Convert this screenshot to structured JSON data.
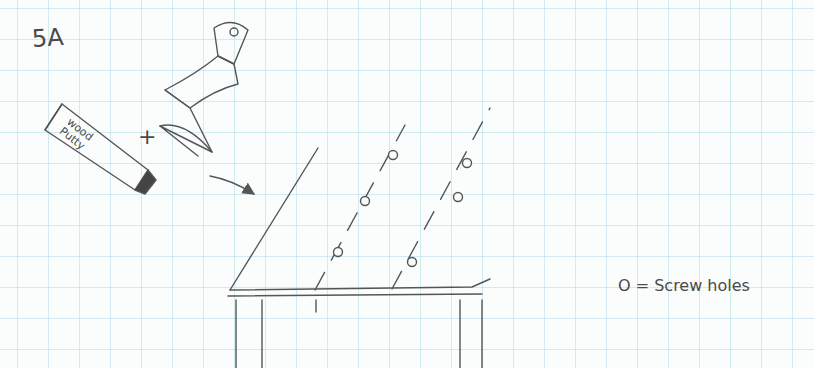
{
  "diagram": {
    "title": "5A",
    "labels": [
      "wood Putty",
      "+",
      "O = Screw holes"
    ]
  }
}
